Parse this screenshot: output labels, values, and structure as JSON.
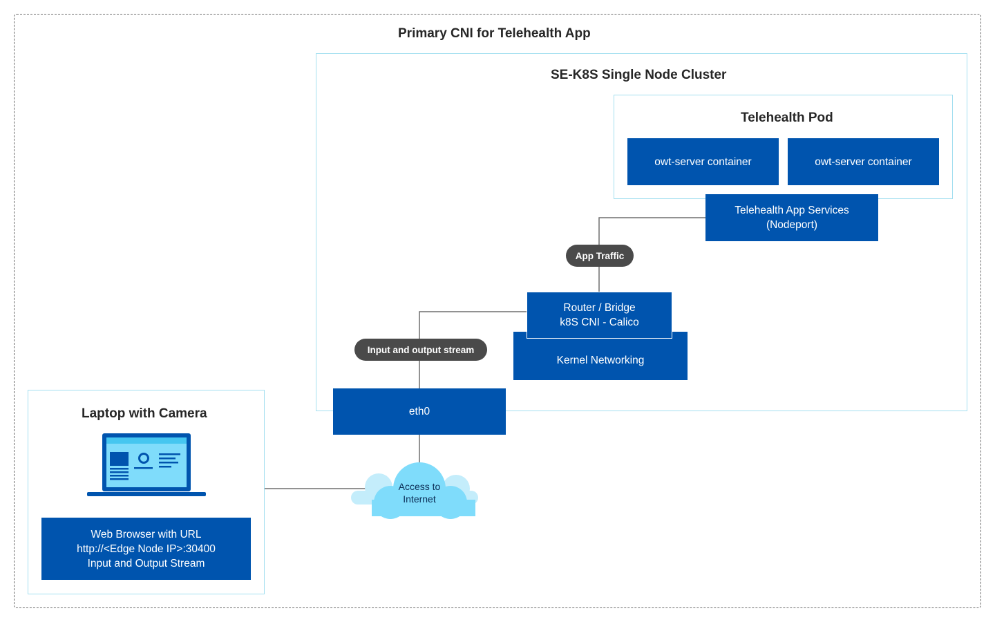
{
  "diagram": {
    "title": "Primary CNI for Telehealth App",
    "cluster": {
      "title": "SE-K8S Single Node Cluster"
    },
    "pod": {
      "title": "Telehealth Pod",
      "containers": [
        "owt-server container",
        "owt-server container"
      ]
    },
    "services": {
      "line1": "Telehealth App Services",
      "line2": "(Nodeport)"
    },
    "app_traffic_label": "App Traffic",
    "router": {
      "line1": "Router / Bridge",
      "line2": "k8S CNI - Calico"
    },
    "kernel": "Kernel Networking",
    "stream_label": "Input and output stream",
    "eth0": "eth0",
    "internet": {
      "line1": "Access to",
      "line2": "Internet"
    },
    "laptop": {
      "title": "Laptop with Camera",
      "browser": {
        "line1": "Web Browser with URL",
        "line2": "http://<Edge Node IP>:30400",
        "line3": "Input and Output Stream"
      }
    }
  },
  "colors": {
    "box_blue": "#0054ae",
    "frame_cyan": "#a3dff0",
    "pill_gray": "#4a4a4a",
    "cloud_light": "#c4edfb",
    "cloud_main": "#7fdcfb",
    "connector": "#6f6f6f"
  },
  "icons": [
    "laptop-icon",
    "cloud-icon"
  ]
}
